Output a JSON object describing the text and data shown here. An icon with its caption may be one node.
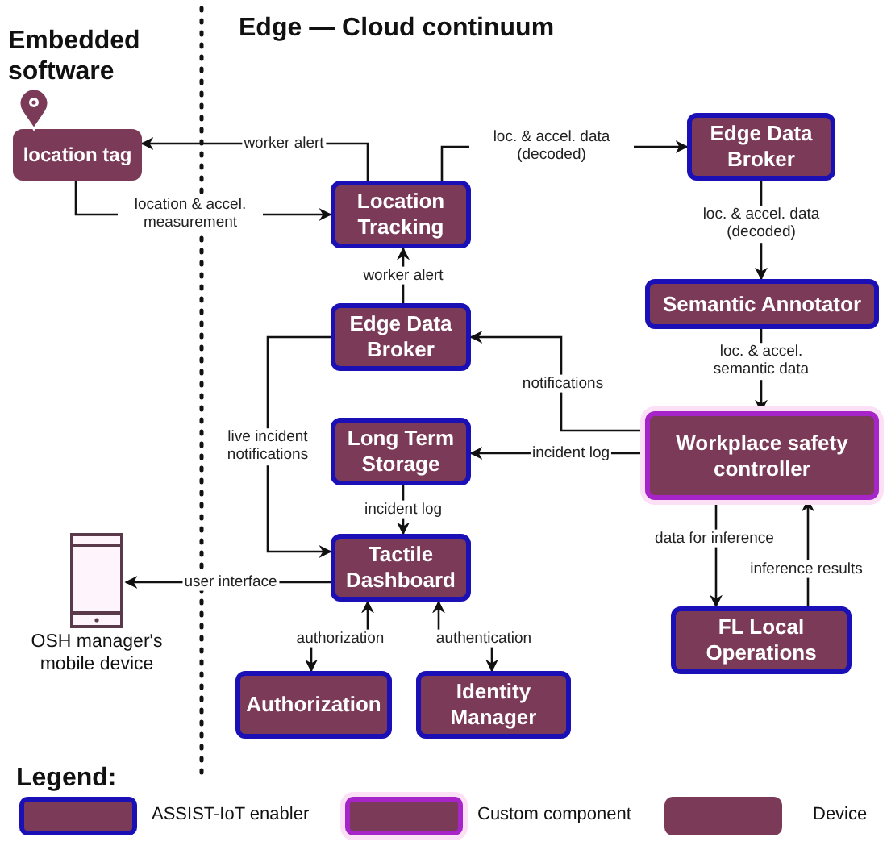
{
  "diagram": {
    "nodes": [
      {
        "text": [
          "location tag"
        ]
      },
      {
        "text": [
          "Location Tracking"
        ]
      },
      {
        "text": [
          "Edge Data Broker"
        ]
      },
      {
        "text": [
          "Semantic Annotator"
        ]
      },
      {
        "text": [
          "Edge Data Broker"
        ]
      },
      {
        "text": [
          "Workplace safety controller"
        ]
      },
      {
        "text": [
          "Long Term Storage"
        ]
      },
      {
        "text": [
          "Tactile Dashboard"
        ]
      },
      {
        "text": [
          "FL Local Operations"
        ]
      },
      {
        "text": [
          "Authorization"
        ]
      },
      {
        "text": [
          "Identity Manager"
        ]
      },
      {
        "text": [
          "OSH manager's mobile device"
        ]
      }
    ],
    "edges": [
      {
        "from": 1,
        "to": 0,
        "arrow": "to",
        "label": "worker alert"
      },
      {
        "from": 0,
        "to": 1,
        "arrow": "to",
        "label": "location & accel. measurement"
      },
      {
        "from": 1,
        "to": 2,
        "arrow": "to",
        "label": "loc. & accel. data (decoded)"
      },
      {
        "from": 2,
        "to": 3,
        "arrow": "to",
        "label": "loc. & accel. data (decoded)"
      },
      {
        "from": 3,
        "to": 5,
        "arrow": "to",
        "label": "loc. & accel. semantic data"
      },
      {
        "from": 5,
        "to": 4,
        "arrow": "to",
        "label": "notifications"
      },
      {
        "from": 4,
        "to": 1,
        "arrow": "to",
        "label": "worker alert"
      },
      {
        "from": 4,
        "to": 7,
        "arrow": "to",
        "label": "live incident notifications"
      },
      {
        "from": 5,
        "to": 6,
        "arrow": "to",
        "label": "incident log"
      },
      {
        "from": 6,
        "to": 7,
        "arrow": "to",
        "label": "incident log"
      },
      {
        "from": 7,
        "to": 11,
        "arrow": "to",
        "label": "user interface"
      },
      {
        "from": 7,
        "to": 9,
        "arrow": "both",
        "label": "authorization"
      },
      {
        "from": 7,
        "to": 10,
        "arrow": "both",
        "label": "authentication"
      },
      {
        "from": 5,
        "to": 8,
        "arrow": "to",
        "label": "data for inference"
      },
      {
        "from": 8,
        "to": 5,
        "arrow": "to",
        "label": "inference results"
      }
    ],
    "labels": [
      "Embedded software",
      "Edge — Cloud continuum",
      "Legend:"
    ],
    "legend": [
      {
        "text": "ASSIST-IoT enabler",
        "color": "#1a10b5"
      },
      {
        "text": "Custom component",
        "color": "#a624c8"
      },
      {
        "text": "Device",
        "color": "#7a3a58"
      }
    ]
  }
}
